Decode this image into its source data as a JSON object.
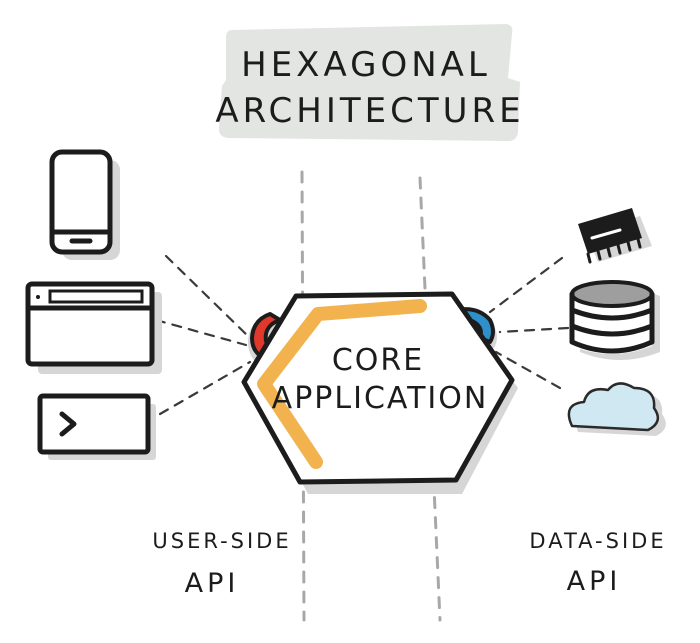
{
  "title": {
    "line1": "HEXAGONAL",
    "line2": "ARCHITECTURE"
  },
  "core": {
    "line1": "CORE",
    "line2": "APPLICATION"
  },
  "user_api": {
    "line1": "USER-SIDE",
    "line2": "API"
  },
  "data_api": {
    "line1": "DATA-SIDE",
    "line2": "API"
  },
  "icons": {
    "left": [
      "smartphone-icon",
      "browser-window-icon",
      "terminal-icon"
    ],
    "right": [
      "chip-icon",
      "database-icon",
      "cloud-icon"
    ]
  },
  "colors": {
    "title_band": "#e3e5e3",
    "core_path": "#f2b34f",
    "left_port": "#e0392b",
    "right_port": "#2f8fc9",
    "cloud": "#cfe8f2",
    "shadow": "#d6d6d6",
    "ink": "#1c1c1c"
  }
}
